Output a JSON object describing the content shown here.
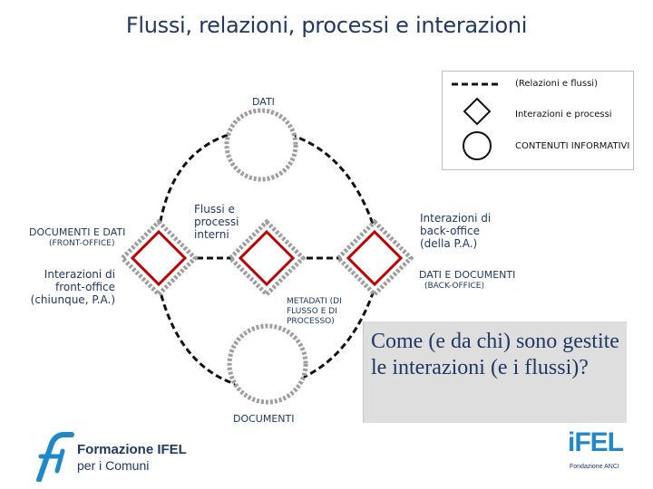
{
  "title": "Flussi, relazioni, processi e interazioni",
  "legend": {
    "dashed_line": "(Relazioni e flussi)",
    "diamond": "Interazioni e processi",
    "circle": "CONTENUTI INFORMATIVI"
  },
  "diagram": {
    "top_label": "DATI",
    "bottom_label": "DOCUMENTI",
    "left_label_main": "DOCUMENTI E DATI",
    "left_label_sub": "(FRONT-OFFICE)",
    "front_office_label": "Interazioni di front-office (chiunque, P.A.)",
    "internal_label": "Flussi e processi interni",
    "back_office_label": "Interazioni di back-office (della P.A.)",
    "right_label_main": "DATI E DOCUMENTI",
    "right_label_sub": "(BACK-OFFICE)",
    "metadata_label": "METADATI (DI FLUSSO E DI PROCESSO)"
  },
  "question": "Come (e da chi) sono gestite le interazioni (e i flussi)?",
  "logos": {
    "left_line1": "Formazione IFEL",
    "left_line2": "per i Comuni",
    "left_mark": "fi",
    "right_mark": "iFEL",
    "right_sub": "Fondazione ANCI"
  },
  "colors": {
    "title": "#1F3864",
    "diamond_stroke": "#C00000",
    "dashed": "#111111",
    "circle_stroke": "#9e9e9e",
    "brand_blue": "#1E88C8"
  }
}
